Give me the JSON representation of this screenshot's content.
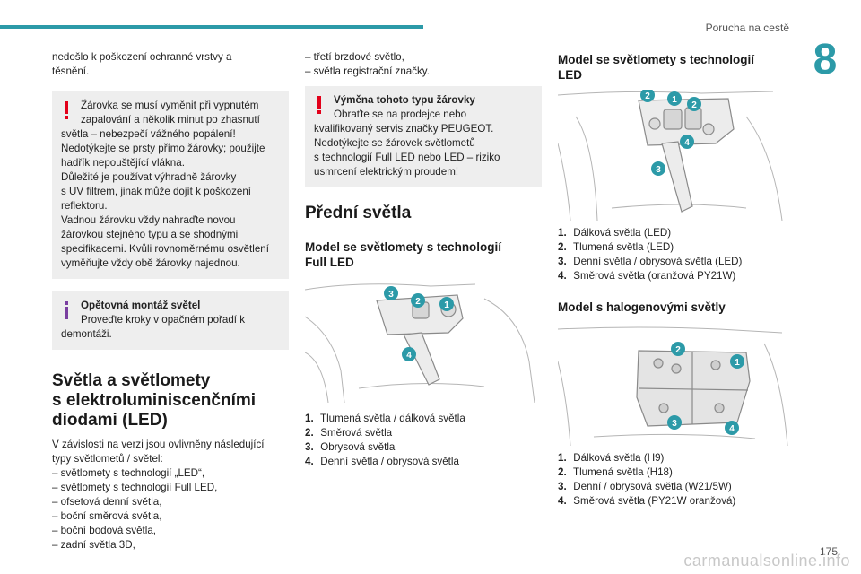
{
  "header": {
    "running_head": "Porucha na cestě",
    "chapter_number": "8",
    "page_number": "175"
  },
  "col1": {
    "intro_text": "nedošlo k poškození ochranné vrstvy a těsnění.",
    "warning_box": {
      "icon": "exclamation-icon",
      "lines": [
        "Žárovka se musí vyměnit při vypnutém",
        "zapalování a několik minut po zhasnutí",
        "světla – nebezpečí vážného popálení!",
        "Nedotýkejte se prsty přímo žárovky; použijte",
        "hadřík nepouštějící vlákna.",
        "Důležité je používat výhradně žárovky",
        "s UV filtrem, jinak může dojít k poškození",
        "reflektoru.",
        "Vadnou žárovku vždy nahraďte novou",
        "žárovkou stejného typu a se shodnými",
        "specifikacemi. Kvůli rovnoměrnému osvětlení",
        "vyměňujte vždy obě žárovky najednou."
      ]
    },
    "info_box": {
      "icon": "info-icon",
      "title": "Opětovná montáž světel",
      "lines": [
        "Proveďte kroky v opačném pořadí k",
        "demontáži."
      ]
    },
    "section_title_lines": [
      "Světla a světlomety",
      "s elektroluminiscenčními",
      "diodami (LED)"
    ],
    "section_intro_lines": [
      "V závislosti na verzi jsou ovlivněny následující",
      "typy světlometů / světel:"
    ],
    "list": [
      "– světlomety s technologií „LED“,",
      "– světlomety s technologií Full LED,",
      "– ofsetová denní světla,",
      "– boční směrová světla,",
      "– boční bodová světla,",
      "– zadní světla 3D,"
    ]
  },
  "col2": {
    "list": [
      "– třetí brzdové světlo,",
      "– světla registrační značky."
    ],
    "warning_box": {
      "icon": "exclamation-icon",
      "title": "Výměna tohoto typu žárovky",
      "lines": [
        "Obraťte se na prodejce nebo",
        "kvalifikovaný servis značky PEUGEOT.",
        "Nedotýkejte se žárovek světlometů",
        "s technologií Full LED nebo LED – riziko",
        "usmrcení elektrickým proudem!"
      ]
    },
    "section_title": "Přední světla",
    "subsection_title_lines": [
      "Model se světlomety s technologií",
      "Full LED"
    ],
    "figure_callouts": [
      "3",
      "2",
      "1",
      "4"
    ],
    "legend": [
      {
        "n": "1.",
        "text": "Tlumená světla / dálková světla"
      },
      {
        "n": "2.",
        "text": "Směrová světla"
      },
      {
        "n": "3.",
        "text": "Obrysová světla"
      },
      {
        "n": "4.",
        "text": "Denní světla / obrysová světla"
      }
    ]
  },
  "col3": {
    "subsection1_title_lines": [
      "Model se světlomety s technologií",
      "LED"
    ],
    "figure1_callouts": [
      "2",
      "1",
      "2",
      "4",
      "3"
    ],
    "legend1": [
      {
        "n": "1.",
        "text": "Dálková světla (LED)"
      },
      {
        "n": "2.",
        "text": "Tlumená světla (LED)"
      },
      {
        "n": "3.",
        "text": "Denní světla / obrysová světla (LED)"
      },
      {
        "n": "4.",
        "text": "Směrová světla (oranžová PY21W)"
      }
    ],
    "subsection2_title": "Model s halogenovými světly",
    "figure2_callouts": [
      "2",
      "1",
      "3",
      "4"
    ],
    "legend2": [
      {
        "n": "1.",
        "text": "Dálková světla (H9)"
      },
      {
        "n": "2.",
        "text": "Tlumená světla (H18)"
      },
      {
        "n": "3.",
        "text": "Denní / obrysová světla (W21/5W)"
      },
      {
        "n": "4.",
        "text": "Směrová světla (PY21W oranžová)"
      }
    ]
  },
  "footer": {
    "watermark": "carmanualsonline.info"
  },
  "colors": {
    "accent": "#2c9aa8",
    "warning": "#e2001a",
    "info": "#7a3fa0",
    "callout": "#2c9aa8"
  }
}
